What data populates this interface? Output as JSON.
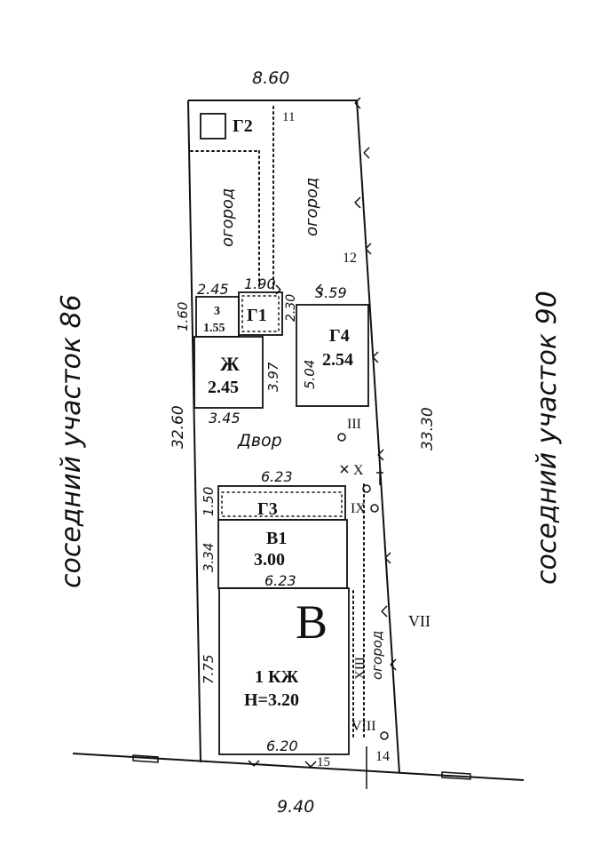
{
  "neighbors": {
    "left": "соседний участок 86",
    "right": "соседний участок 90"
  },
  "plot_dimensions": {
    "top": "8.60",
    "bottom": "9.40",
    "left": "32.60",
    "right": "33.30"
  },
  "point_labels": {
    "p11": "11",
    "p12": "12",
    "p14": "14",
    "p15": "15",
    "iii": "III",
    "ix": "IX",
    "x": "X",
    "vii": "VII",
    "viii": "VIII",
    "xiii": "XIII"
  },
  "zones": {
    "garden_left": "огород",
    "garden_right": "огород",
    "garden_bottom": "огород",
    "yard": "Двор"
  },
  "buildings": {
    "g2": {
      "label": "Г2"
    },
    "g1": {
      "label": "Г1",
      "dim_top": "1.90",
      "dim_side": "2.30"
    },
    "z3": {
      "label": "3",
      "area": "1.55",
      "dim_top": "2.45",
      "dim_side": "1.60"
    },
    "zh": {
      "label": "Ж",
      "area": "2.45",
      "dim_bottom": "3.45",
      "dim_side": "3.97"
    },
    "g4": {
      "label": "Г4",
      "area": "2.54",
      "dim_top": "3.59",
      "dim_side": "5.04"
    },
    "g3": {
      "label": "Г3",
      "dim_top": "6.23",
      "dim_side": "1.50"
    },
    "b1": {
      "label": "В1",
      "area": "3.00",
      "dim_bottom": "6.23",
      "dim_side": "3.34"
    },
    "main": {
      "letter": "В",
      "label": "1 КЖ",
      "height": "Н=3.20",
      "dim_side": "7.75",
      "dim_bottom": "6.20"
    }
  }
}
